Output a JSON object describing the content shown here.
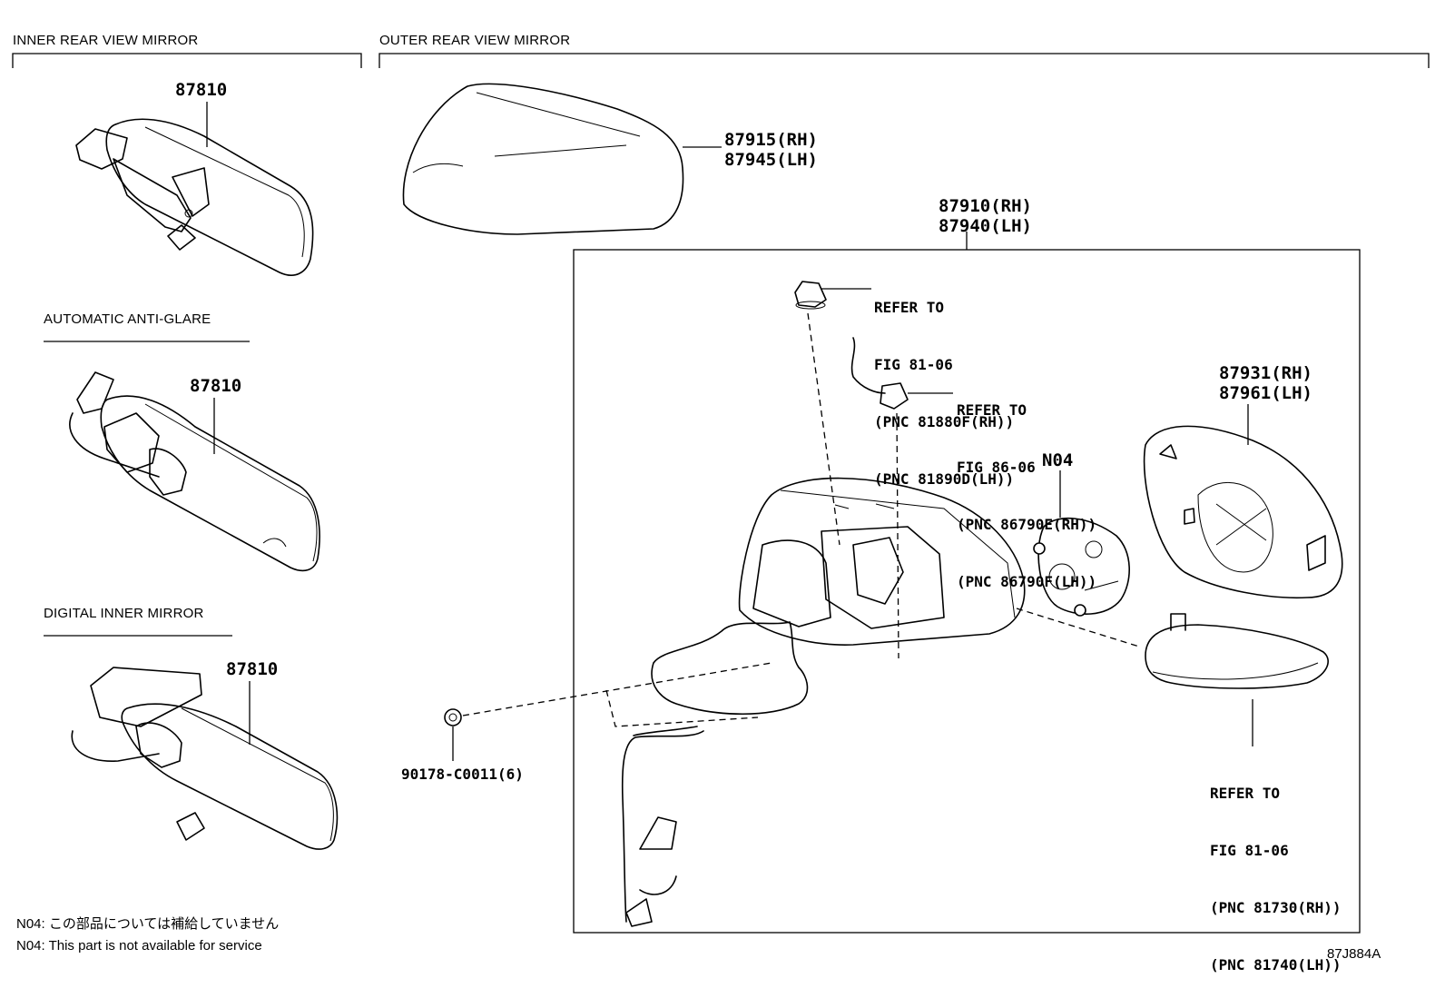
{
  "sections": {
    "inner": "INNER REAR VIEW MIRROR",
    "outer": "OUTER REAR VIEW MIRROR",
    "anti_glare": "AUTOMATIC ANTI-GLARE",
    "digital": "DIGITAL INNER MIRROR"
  },
  "parts": {
    "inner_mirror_1": "87810",
    "inner_mirror_2": "87810",
    "inner_mirror_3": "87810",
    "cover_rh": "87915(RH)",
    "cover_lh": "87945(LH)",
    "assembly_rh": "87910(RH)",
    "assembly_lh": "87940(LH)",
    "glass_rh": "87931(RH)",
    "glass_lh": "87961(LH)",
    "n04": "N04",
    "screw": "90178-C0011(6)"
  },
  "refs": {
    "ref1": [
      "REFER TO",
      "FIG 81-06",
      "(PNC 81880F(RH))",
      "(PNC 81890D(LH))"
    ],
    "ref2": [
      "REFER TO",
      "FIG 86-06",
      "(PNC 86790E(RH))",
      "(PNC 86790F(LH))"
    ],
    "ref3": [
      "REFER TO",
      "FIG 81-06",
      "(PNC 81730(RH))",
      "(PNC 81740(LH))"
    ]
  },
  "notes": {
    "jp": "N04: この部品については補給していません",
    "en": "N04: This part is not available for service"
  },
  "figure_code": "87J884A"
}
